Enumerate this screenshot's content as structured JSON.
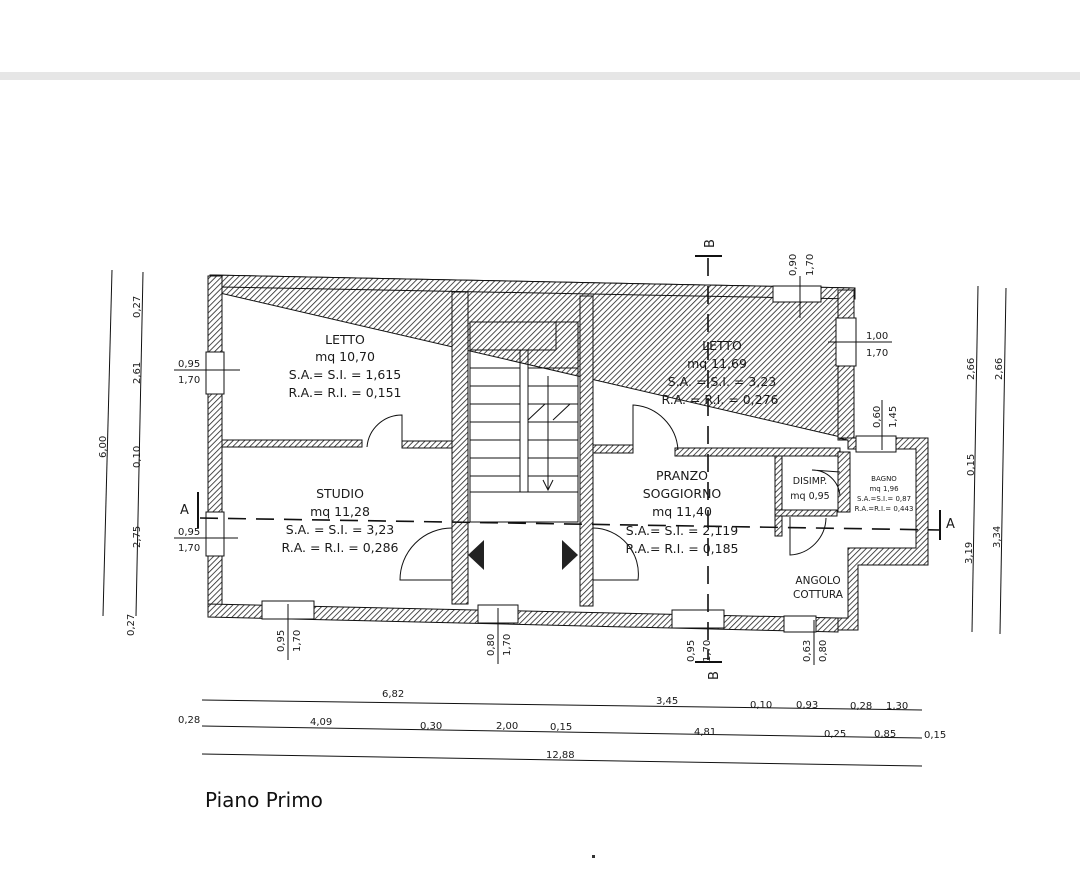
{
  "caption": "Piano Primo",
  "rooms": {
    "letto1": {
      "name": "LETTO",
      "area": "mq 10,70",
      "sa": "S.A.= S.I. = 1,615",
      "ra": "R.A.= R.I. = 0,151"
    },
    "letto2": {
      "name": "LETTO",
      "area": "mq 11,69",
      "sa": "S.A. = S.I. = 3,23",
      "ra": "R.A. = R.I. = 0,276"
    },
    "studio": {
      "name": "STUDIO",
      "area": "mq 11,28",
      "sa": "S.A. = S.I. = 3,23",
      "ra": "R.A. = R.I. = 0,286"
    },
    "pranzo": {
      "name1": "PRANZO",
      "name2": "SOGGIORNO",
      "area": "mq 11,40",
      "sa": "S.A.= S.I. = 2,119",
      "ra": "R.A.= R.I. = 0,185"
    },
    "disimp": {
      "name": "DISIMP.",
      "area": "mq 0,95"
    },
    "bagno": {
      "name": "BAGNO",
      "area": "mq 1,96",
      "sa": "S.A.=S.I.= 0,87",
      "ra": "R.A.=R.I.= 0,443"
    },
    "angolo": {
      "name1": "ANGOLO",
      "name2": "COTTURA"
    }
  },
  "section_marks": {
    "a": "A",
    "b": "B"
  },
  "windows": {
    "w_letto1": {
      "top": "0,95",
      "bottom": "1,70"
    },
    "w_studio": {
      "top": "0,95",
      "bottom": "1,70"
    },
    "w_letto2_top": {
      "top": "0,90",
      "bottom": "1,70"
    },
    "w_letto2_right": {
      "top": "1,00",
      "bottom": "1,70"
    },
    "w_bagno": {
      "top": "0,60",
      "bottom": "1,45"
    },
    "w_bottom1": {
      "top": "0,95",
      "bottom": "1,70"
    },
    "w_bottom2": {
      "top": "0,80",
      "bottom": "1,70"
    },
    "w_bottom3": {
      "top": "0,95",
      "bottom": "1,70"
    },
    "w_bottom4": {
      "top": "0,63",
      "bottom": "0,80"
    }
  },
  "dims_left": {
    "total": "6,00",
    "d1": "0,27",
    "d2": "2,61",
    "d3": "0,10",
    "d4": "2,75",
    "d5": "0,27"
  },
  "dims_right": {
    "r1": "2,66",
    "r2": "0,15",
    "r3": "3,19",
    "r4": "2,66",
    "r5": "3,34"
  },
  "dims_bottom": {
    "row1": [
      "6,82",
      "3,45",
      "0,10",
      "0,93",
      "0,28",
      "1,30"
    ],
    "row2": [
      "0,28",
      "4,09",
      "0,30",
      "2,00",
      "0,15",
      "4,81",
      "0,25",
      "0,85",
      "0,15"
    ],
    "total": "12,88"
  }
}
